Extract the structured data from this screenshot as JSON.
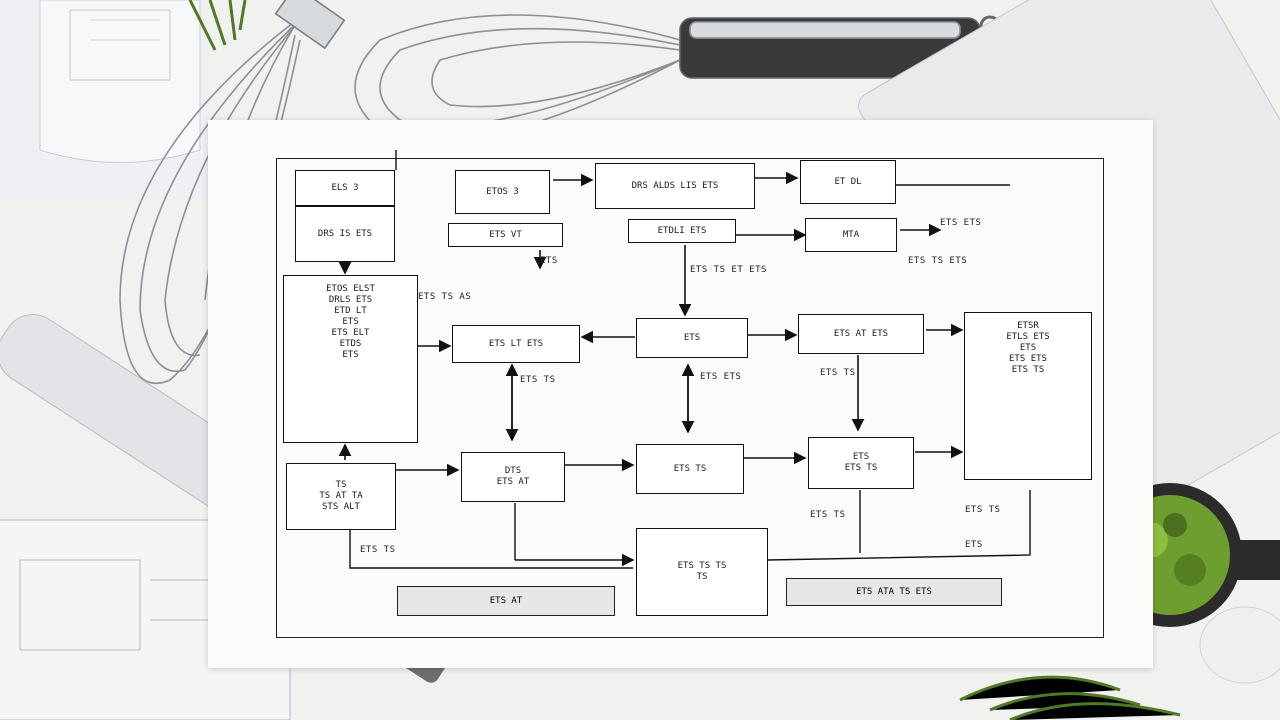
{
  "diagram": {
    "boxes": {
      "b1": "ELS 3",
      "b2": "DRS IS\nETS",
      "b3": "ETOS 3",
      "b4": "DRS ALDS LIS\nETS",
      "b5": "ET DL",
      "b6": "ETS VT",
      "b7": "ETDLI ETS",
      "b8": "MTA",
      "b9": "ETOS ELST\nDRLS ETS\nETD LT\nETS\nETS ELT\nETDS\nETS",
      "b10": "ETS LT\nETS",
      "b11": "ETS",
      "b12": "ETS AT\nETS",
      "b13": "ETSR\nETLS ETS\nETS\nETS ETS\nETS TS",
      "b14": "TS\nTS AT TA\nSTS ALT",
      "b15": "DTS\nETS AT",
      "b16": "ETS TS",
      "b17": "ETS\nETS TS",
      "b18": "ETS TS TS\nTS",
      "bar1": "ETS AT",
      "bar2": "ETS ATA TS ETS"
    },
    "notes": {
      "n1": "ETS ETS",
      "n2": "ETS TS ETS",
      "n3": "ETS",
      "n4": "ETS TS AS",
      "n5": "ETS TS ET ETS",
      "n6": "ETS TS",
      "n7": "ETS ETS",
      "n8": "ETS TS",
      "n9": "ETS TS",
      "n10": "ETS TS",
      "n11": "ETS TS",
      "n12": "ETS"
    }
  },
  "colors": {
    "paper": "#fbfbfa",
    "ink": "#111111",
    "desk": "#f1f1ef",
    "green": "#5c8a2a",
    "steel": "#b8bcc0"
  }
}
